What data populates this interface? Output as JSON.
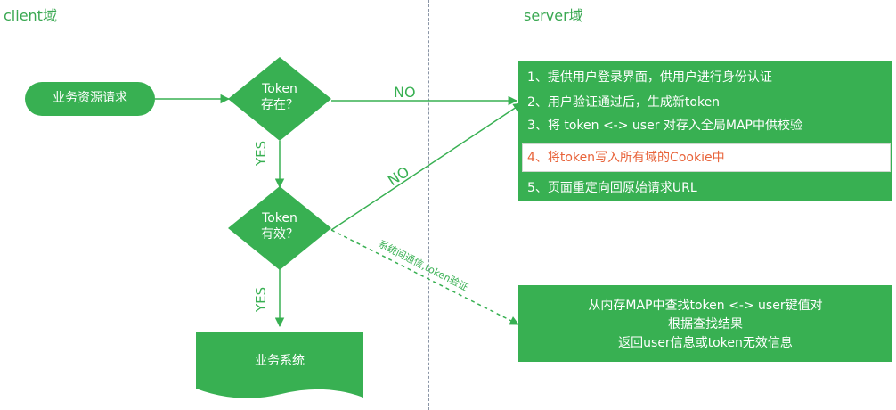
{
  "client_label": "client域",
  "server_label": "server域",
  "request_box": "业务资源请求",
  "diamond1": {
    "line1": "Token",
    "line2": "存在？"
  },
  "diamond2": {
    "line1": "Token",
    "line2": "有效？"
  },
  "edge_no_1": "NO",
  "edge_no_2": "NO",
  "edge_yes_1": "YES",
  "edge_yes_2": "YES",
  "dashed_edge_label": "系统间通信,token验证",
  "business_system": "业务系统",
  "server_steps": [
    "1、提供用户登录界面，供用户进行身份认证",
    "2、用户验证通过后，生成新token",
    "3、将 token <-> user 对存入全局MAP中供校验",
    "4、将token写入所有域的Cookie中",
    "5、页面重定向回原始请求URL"
  ],
  "lookup_lines": [
    "从内存MAP中查找token <-> user键值对",
    "根据查找结果",
    "返回user信息或token无效信息"
  ],
  "colors": {
    "green": "#38b052",
    "highlight_text": "#e8643b",
    "line": "#38b052"
  }
}
